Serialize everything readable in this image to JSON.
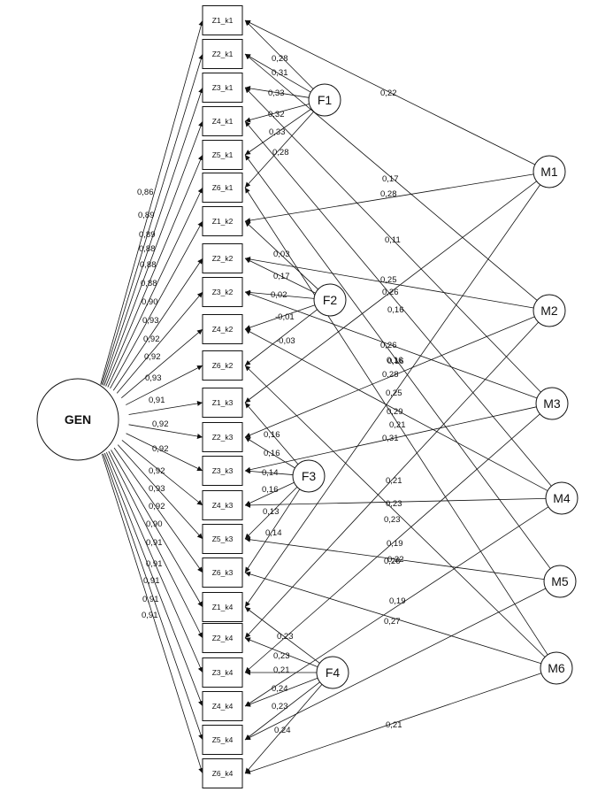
{
  "gen_label": "GEN",
  "indicators": [
    "Z1_k1",
    "Z2_k1",
    "Z3_k1",
    "Z4_k1",
    "Z5_k1",
    "Z6_k1",
    "Z1_k2",
    "Z2_k2",
    "Z3_k2",
    "Z4_k2",
    "Z6_k2",
    "Z1_k3",
    "Z2_k3",
    "Z3_k3",
    "Z4_k3",
    "Z5_k3",
    "Z6_k3",
    "Z1_k4",
    "Z2_k4",
    "Z3_k4",
    "Z4_k4",
    "Z5_k4",
    "Z6_k4"
  ],
  "gen_loadings": [
    "0,86",
    "0,89",
    "0,89",
    "0,88",
    "0,88",
    "0,88",
    "0,90",
    "0,93",
    "0,92",
    "0,92",
    "0,93",
    "0,91",
    "0,92",
    "0,92",
    "0,92",
    "0,93",
    "0,92",
    "0,90",
    "0,91",
    "0,91",
    "0,91",
    "0,91",
    "0,91"
  ],
  "factors": [
    {
      "label": "F1",
      "loadings": [
        "0,28",
        "0,31",
        "0,33",
        "0,32",
        "0,33",
        "0,28"
      ]
    },
    {
      "label": "F2",
      "loadings": [
        "0,03",
        "0,17",
        "0,02",
        "-0,01",
        "-0,03"
      ]
    },
    {
      "label": "F3",
      "loadings": [
        "0,16",
        "0,16",
        "0,14",
        "0,16",
        "0,13",
        "0,14"
      ]
    },
    {
      "label": "F4",
      "loadings": [
        "0,23",
        "0,23",
        "0,21",
        "0,24",
        "0,23",
        "0,24"
      ]
    }
  ],
  "methods": [
    {
      "label": "M1",
      "loadings": [
        "0,22",
        "0,28",
        "0,25",
        "0,21"
      ]
    },
    {
      "label": "M2",
      "loadings": [
        "0,17",
        "0,25",
        "0,28",
        "0,23"
      ]
    },
    {
      "label": "M3",
      "loadings": [
        "0,11",
        "0,26",
        "0,29",
        "0,19"
      ]
    },
    {
      "label": "M4",
      "loadings": [
        "0,26",
        "0,16",
        "0,31",
        "0,19"
      ]
    },
    {
      "label": "M5",
      "loadings": [
        "0,16",
        "0,21",
        "0,26",
        "0,22"
      ]
    },
    {
      "label": "M6",
      "loadings": [
        "0,16",
        "0,23",
        "0,27",
        "0,21"
      ]
    }
  ]
}
